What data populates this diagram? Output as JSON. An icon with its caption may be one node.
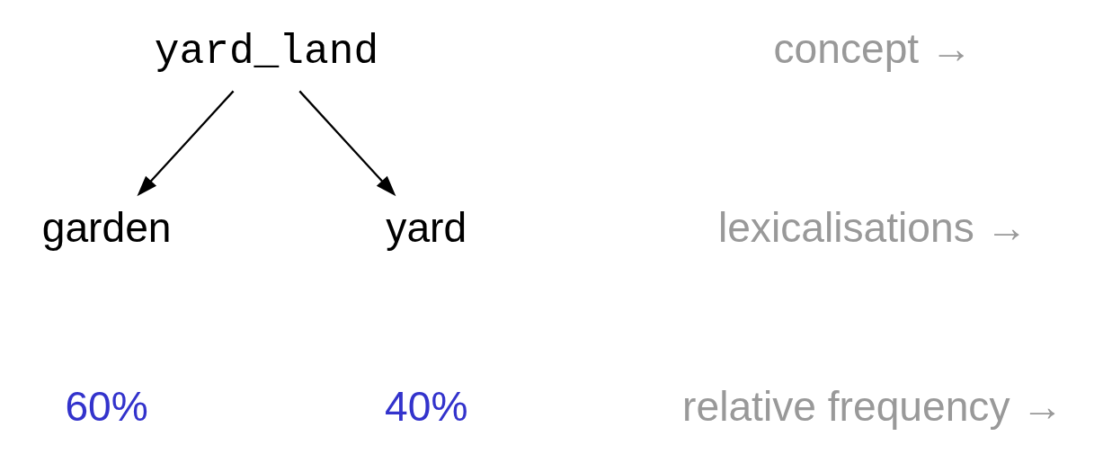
{
  "diagram": {
    "nodes": [
      {
        "text": [
          "yard_land"
        ]
      },
      {
        "text": [
          "garden"
        ],
        "beside": [
          "60%"
        ]
      },
      {
        "text": [
          "yard"
        ],
        "beside": [
          "40%"
        ]
      }
    ],
    "edges": [
      {
        "from": 0,
        "to": 1,
        "arrow": "to"
      },
      {
        "from": 0,
        "to": 2,
        "arrow": "to"
      }
    ],
    "labels": [
      "concept →",
      "lexicalisations →",
      "relative frequency →"
    ]
  }
}
